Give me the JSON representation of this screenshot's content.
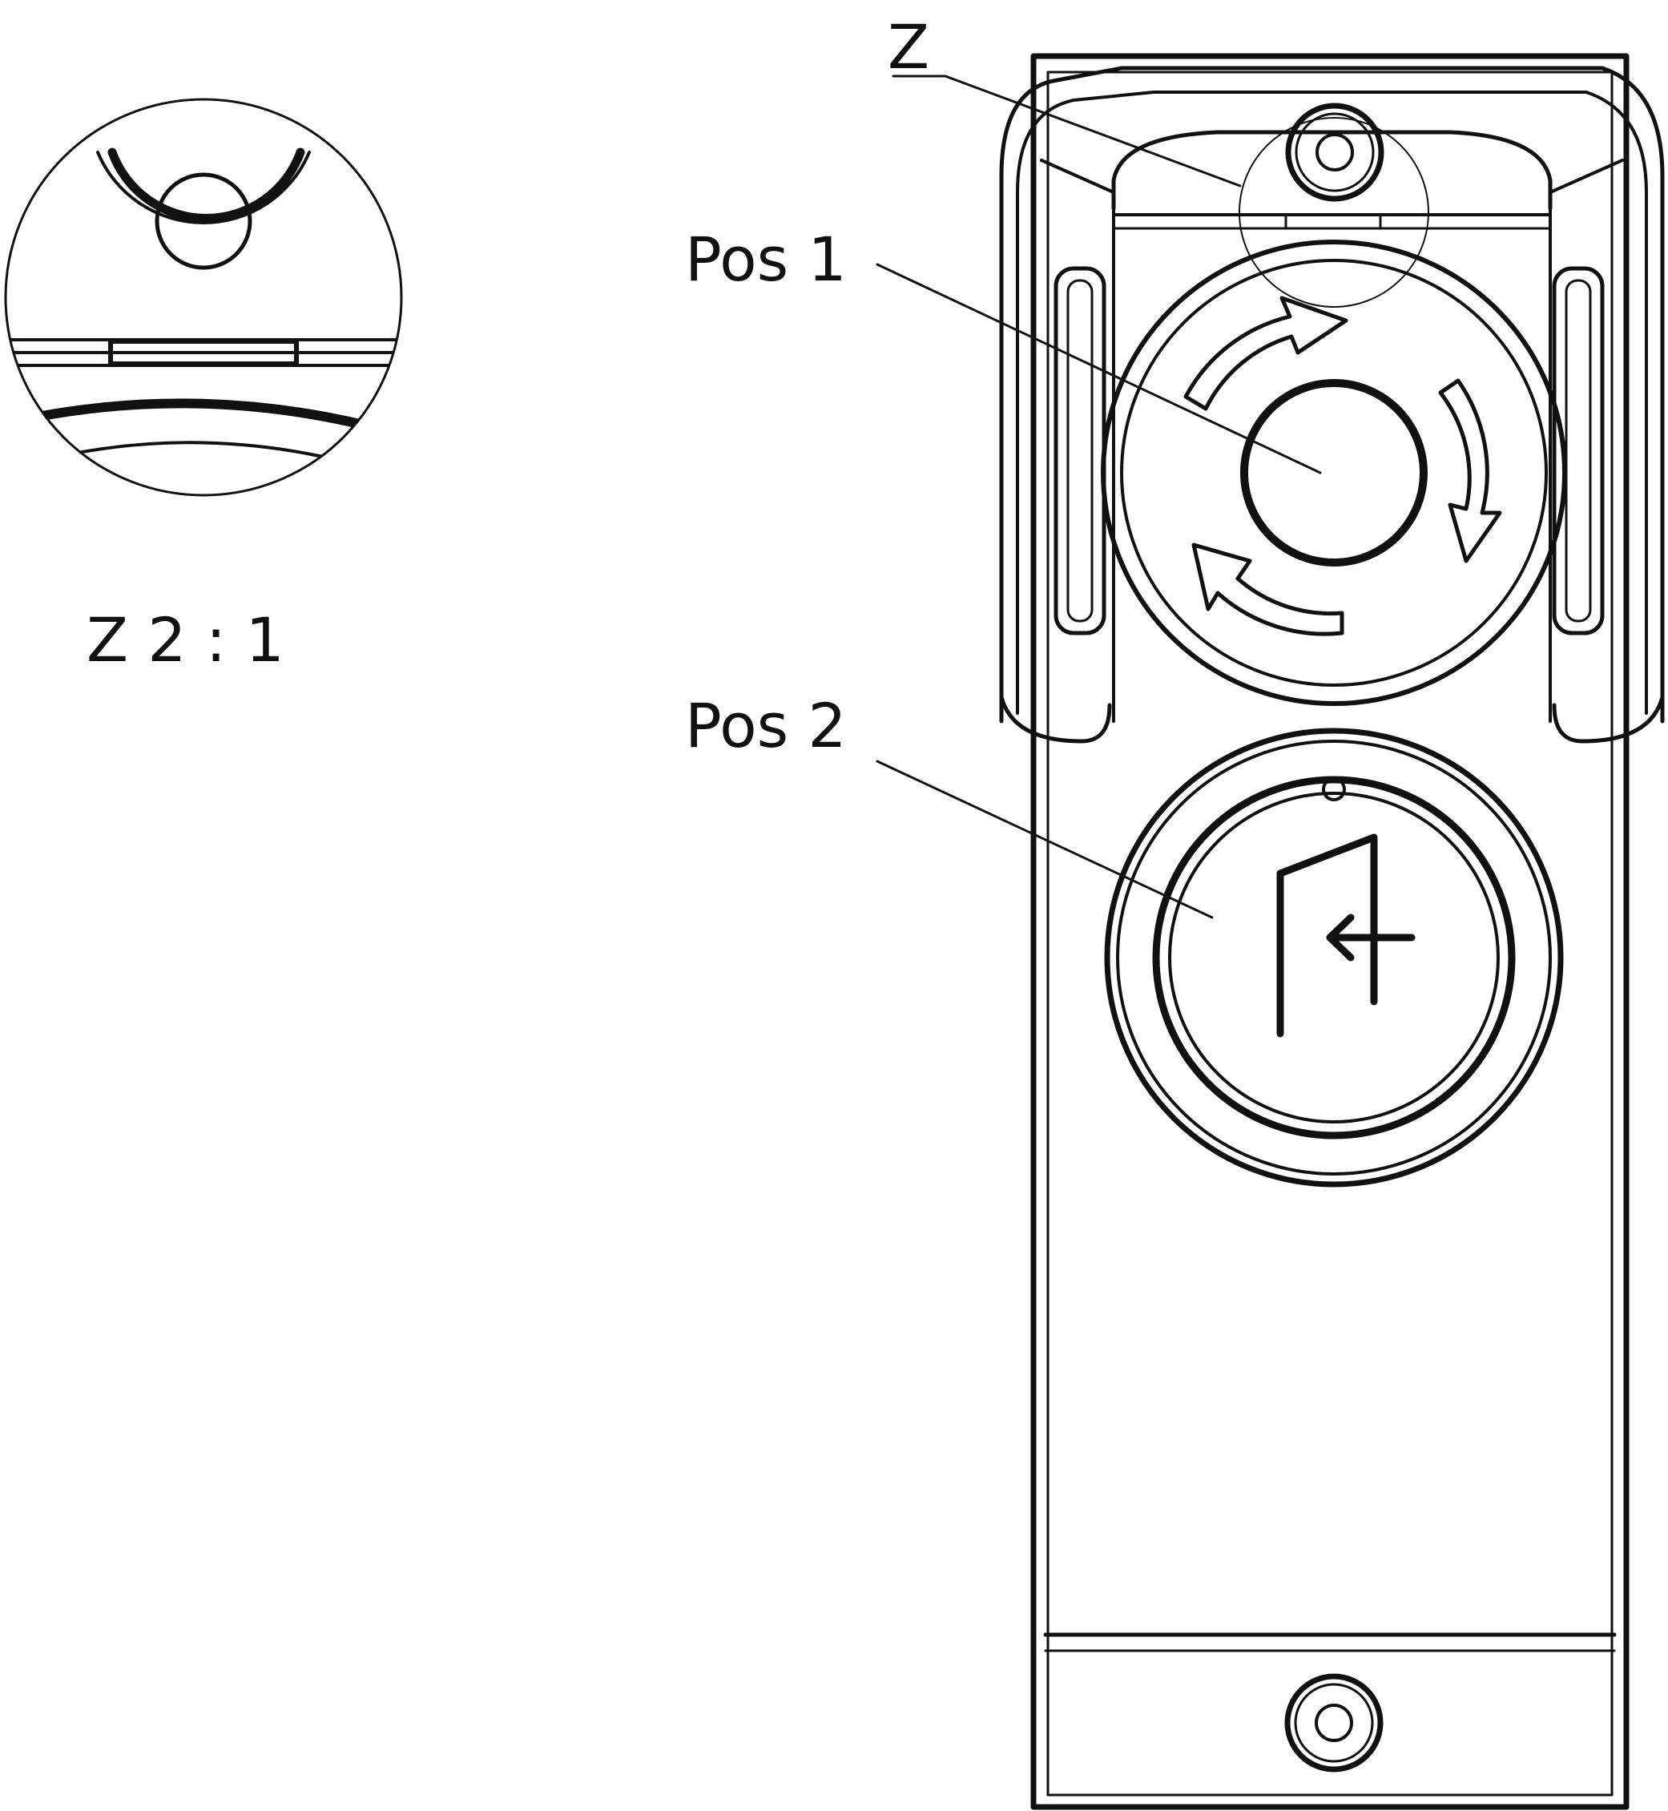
{
  "labels": {
    "detail_marker": "Z",
    "detail_caption": "Z  2 : 1",
    "pos1": "Pos 1",
    "pos2": "Pos 2"
  }
}
